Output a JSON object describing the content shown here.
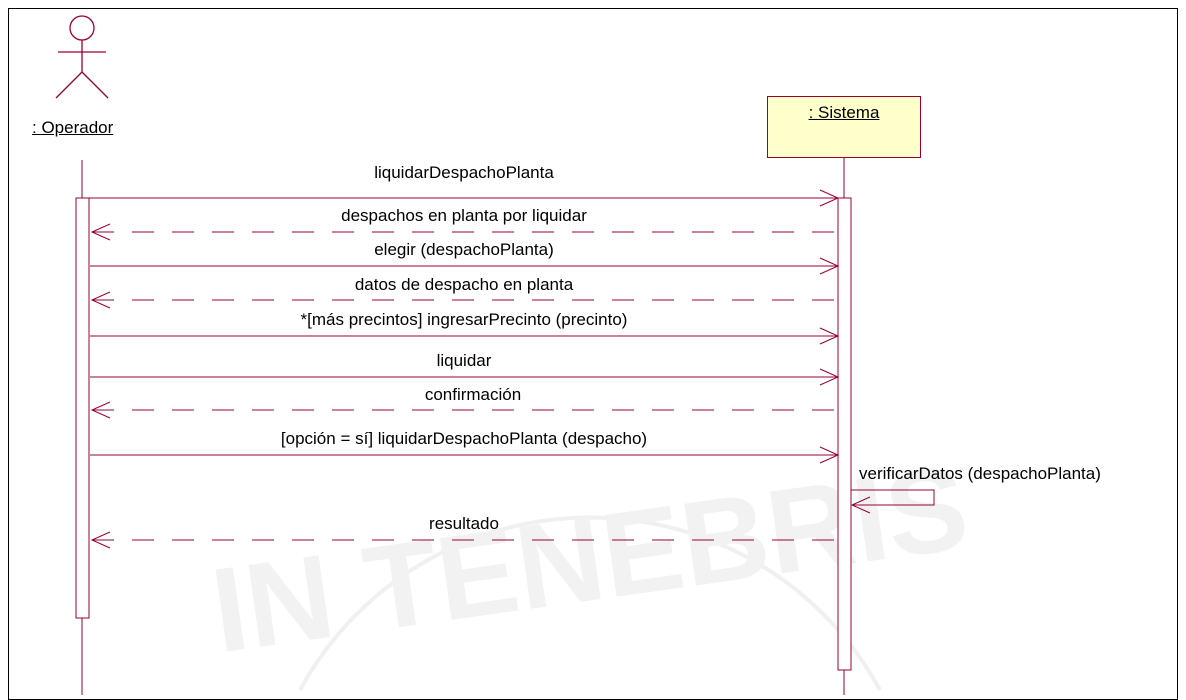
{
  "actor": {
    "name": ": Operador",
    "icon": "stick-figure-icon"
  },
  "object": {
    "name": ": Sistema"
  },
  "messages": [
    {
      "label": "liquidarDespachoPlanta",
      "kind": "call"
    },
    {
      "label": "despachos en planta por liquidar",
      "kind": "return"
    },
    {
      "label": "elegir (despachoPlanta)",
      "kind": "call"
    },
    {
      "label": "datos de despacho en planta",
      "kind": "return"
    },
    {
      "label": "*[más precintos] ingresarPrecinto (precinto)",
      "kind": "call"
    },
    {
      "label": "liquidar",
      "kind": "call"
    },
    {
      "label": "confirmación",
      "kind": "return"
    },
    {
      "label": "[opción = sí] liquidarDespachoPlanta (despacho)",
      "kind": "call"
    },
    {
      "label": "verificarDatos (despachoPlanta)",
      "kind": "self"
    },
    {
      "label": "resultado",
      "kind": "return"
    }
  ],
  "colors": {
    "line": "#990033",
    "object_fill": "#ffffcc",
    "border": "#000000",
    "watermark": "#f1f1f1"
  }
}
